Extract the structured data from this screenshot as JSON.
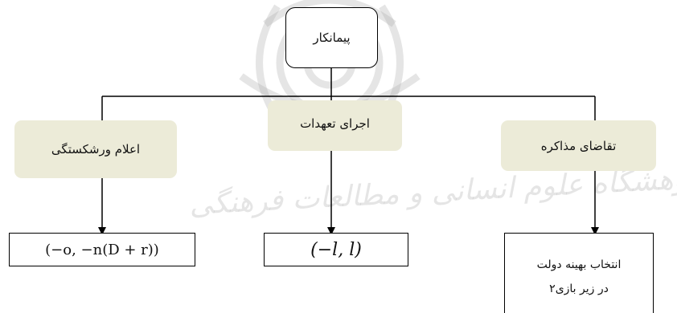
{
  "diagram": {
    "root": {
      "label": "پیمانکار"
    },
    "options": [
      {
        "label": "اعلام ورشکستگی",
        "result": "(−o, −n(D + r))"
      },
      {
        "label": "اجرای تعهدات",
        "result": "(−l, l)"
      },
      {
        "label": "تقاضای مذاکره",
        "result_lines": [
          "انتخاب بهینه دولت",
          "در زیر بازی۲"
        ]
      }
    ]
  },
  "watermark": {
    "text": "پژوهشگاه علوم انسانی و مطالعات فرهنگی"
  },
  "colors": {
    "option_fill": "#ecebd8",
    "line": "#000000"
  }
}
